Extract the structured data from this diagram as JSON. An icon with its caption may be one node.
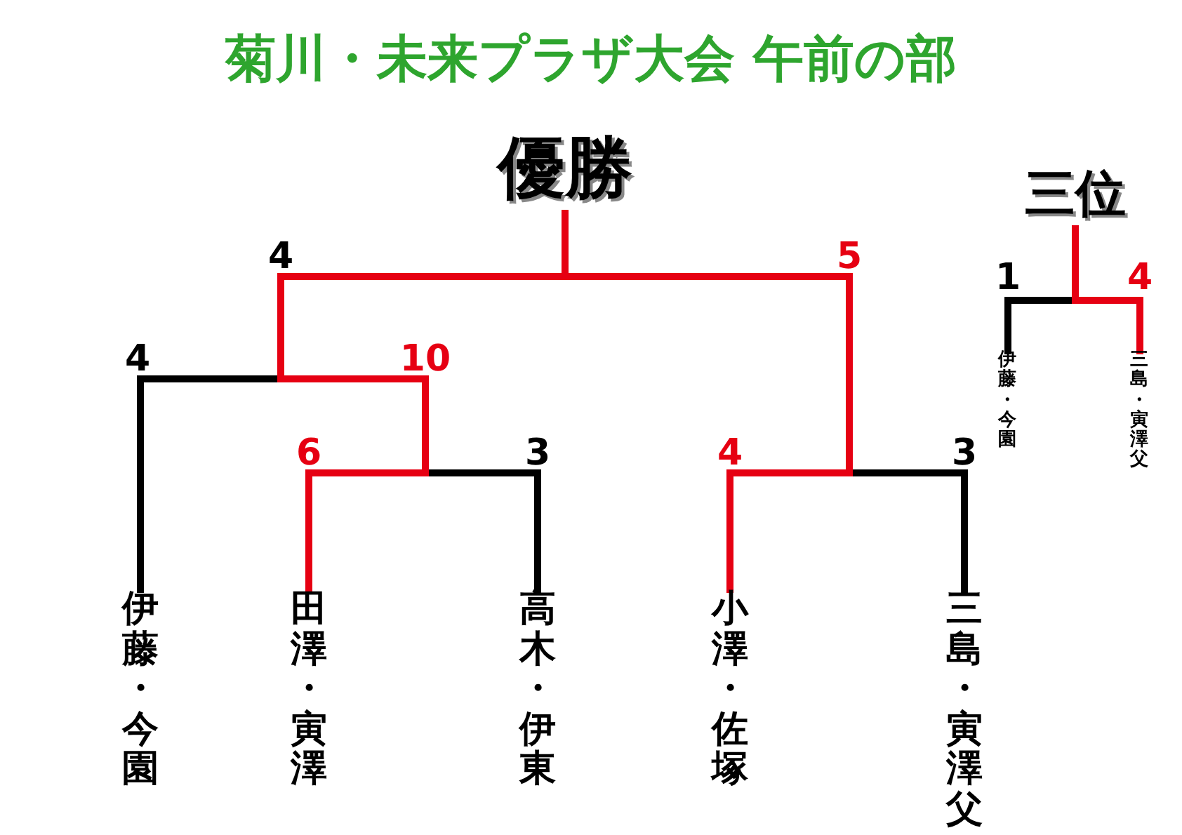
{
  "diagram": {
    "title": "菊川・未来プラザ大会 午前の部",
    "nodes": [
      {
        "text": [
          "優勝"
        ]
      },
      {
        "text": [
          "伊藤・今園"
        ]
      },
      {
        "text": [
          "田澤・寅澤"
        ]
      },
      {
        "text": [
          "高木・伊東"
        ]
      },
      {
        "text": [
          "小澤・佐塚"
        ]
      },
      {
        "text": [
          "三島・寅澤父"
        ]
      },
      {
        "text": [
          "三位"
        ]
      },
      {
        "text": [
          "伊藤・今園"
        ]
      },
      {
        "text": [
          "三島・寅澤父"
        ]
      }
    ],
    "edges": [
      {
        "from": 1,
        "to": 0,
        "arrow": "none"
      },
      {
        "from": 2,
        "to": 0,
        "arrow": "none",
        "color": "#e60012"
      },
      {
        "from": 3,
        "to": 0,
        "arrow": "none"
      },
      {
        "from": 4,
        "to": 0,
        "arrow": "none",
        "color": "#e60012"
      },
      {
        "from": 5,
        "to": 0,
        "arrow": "none"
      },
      {
        "from": 7,
        "to": 6,
        "arrow": "none"
      },
      {
        "from": 8,
        "to": 6,
        "arrow": "none",
        "color": "#e60012"
      }
    ],
    "labels": [
      "4",
      "5",
      "1",
      "4",
      "4",
      "10",
      "6",
      "3",
      "4",
      "3"
    ]
  }
}
